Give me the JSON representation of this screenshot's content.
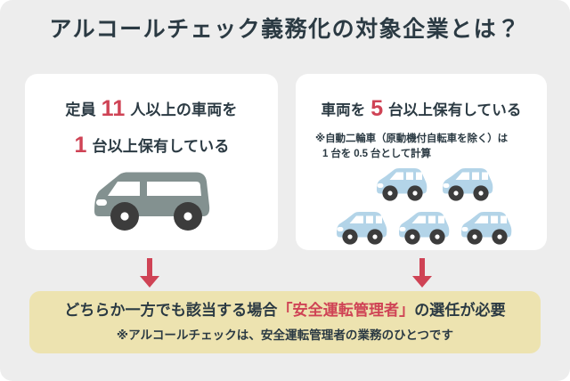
{
  "page": {
    "title": "アルコールチェック義務化の対象企業とは？",
    "background_color": "#ededed",
    "accent_red": "#cf4355",
    "text_dark": "#2b3a43",
    "banner_color": "#ede3b0"
  },
  "cards": [
    {
      "id": "capacity-card",
      "heading_part1": "定員",
      "heading_number1": "11",
      "heading_part2": "人以上の車両を",
      "heading_number2": "1",
      "heading_part3": "台以上保有している",
      "note": "",
      "illustration": "van-icon",
      "illustration_color": "#839190",
      "vehicle_count": 1
    },
    {
      "id": "fleet-card",
      "heading_part1": "車両を",
      "heading_number1": "5",
      "heading_part2": "台以上保有している",
      "note_line1": "※自動二輪車（原動機付自転車を除く）は",
      "note_line2": "1 台を 0.5 台として計算",
      "illustration": "car-icon",
      "illustration_color": "#b3d4e8",
      "vehicle_count": 5
    }
  ],
  "arrows": {
    "color": "#cf4355",
    "direction": "down",
    "count": 2
  },
  "banner": {
    "line1_prefix": "どちらか一方でも該当する場合",
    "line1_highlight": "「安全運転管理者」",
    "line1_suffix": "の選任が必要",
    "line2": "※アルコールチェックは、安全運転管理者の業務のひとつです"
  }
}
